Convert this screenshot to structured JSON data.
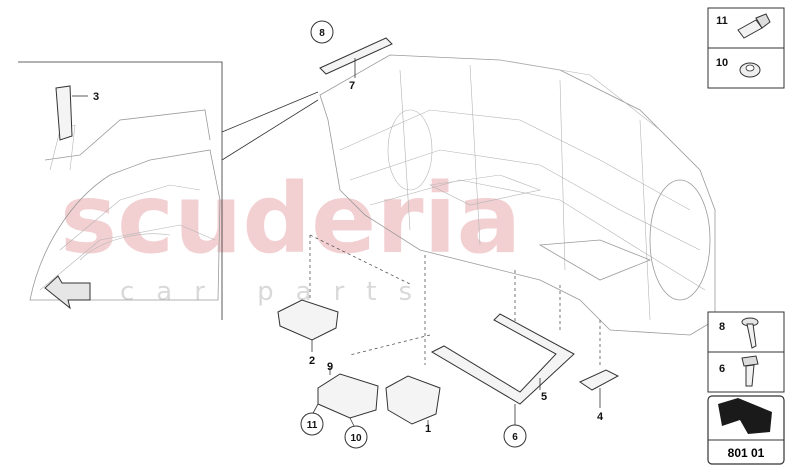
{
  "watermark": {
    "main": "scuderia",
    "sub": "car parts"
  },
  "callouts": {
    "c1": "1",
    "c2": "2",
    "c3": "3",
    "c4": "4",
    "c5": "5",
    "c6": "6",
    "c7": "7",
    "c8": "8",
    "c9": "9",
    "c10": "10",
    "c11": "11"
  },
  "legend": {
    "item11": "11",
    "item10": "10",
    "item8": "8",
    "item6": "6"
  },
  "reference": {
    "code": "801 01"
  }
}
